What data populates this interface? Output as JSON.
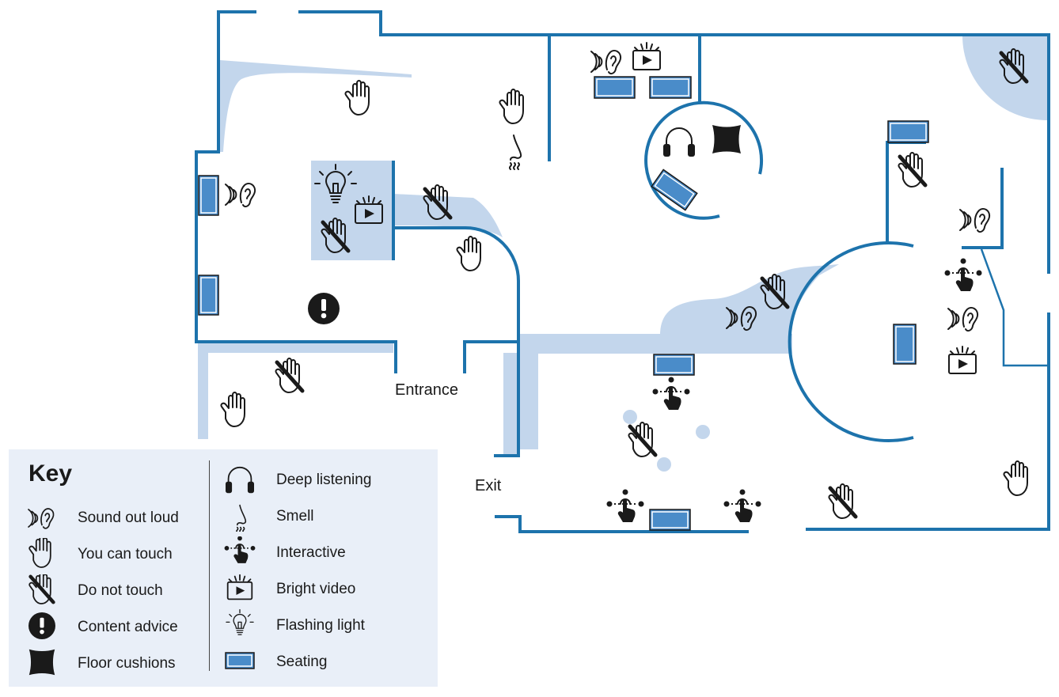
{
  "labels": {
    "entrance": "Entrance",
    "exit": "Exit"
  },
  "key": {
    "title": "Key",
    "items": [
      {
        "icon": "sound-out-loud-icon",
        "label": "Sound out loud"
      },
      {
        "icon": "you-can-touch-icon",
        "label": "You can touch"
      },
      {
        "icon": "do-not-touch-icon",
        "label": "Do not touch"
      },
      {
        "icon": "content-advice-icon",
        "label": "Content advice"
      },
      {
        "icon": "floor-cushions-icon",
        "label": "Floor cushions"
      },
      {
        "icon": "deep-listening-icon",
        "label": "Deep listening"
      },
      {
        "icon": "smell-icon",
        "label": "Smell"
      },
      {
        "icon": "interactive-icon",
        "label": "Interactive"
      },
      {
        "icon": "bright-video-icon",
        "label": "Bright video"
      },
      {
        "icon": "flashing-light-icon",
        "label": "Flashing light"
      },
      {
        "icon": "seating-icon",
        "label": "Seating"
      }
    ]
  },
  "colors": {
    "wall": "#1d73ac",
    "zone": "#c3d6ec",
    "seating": "#4a8cc9",
    "key_background": "#e9eff8"
  }
}
